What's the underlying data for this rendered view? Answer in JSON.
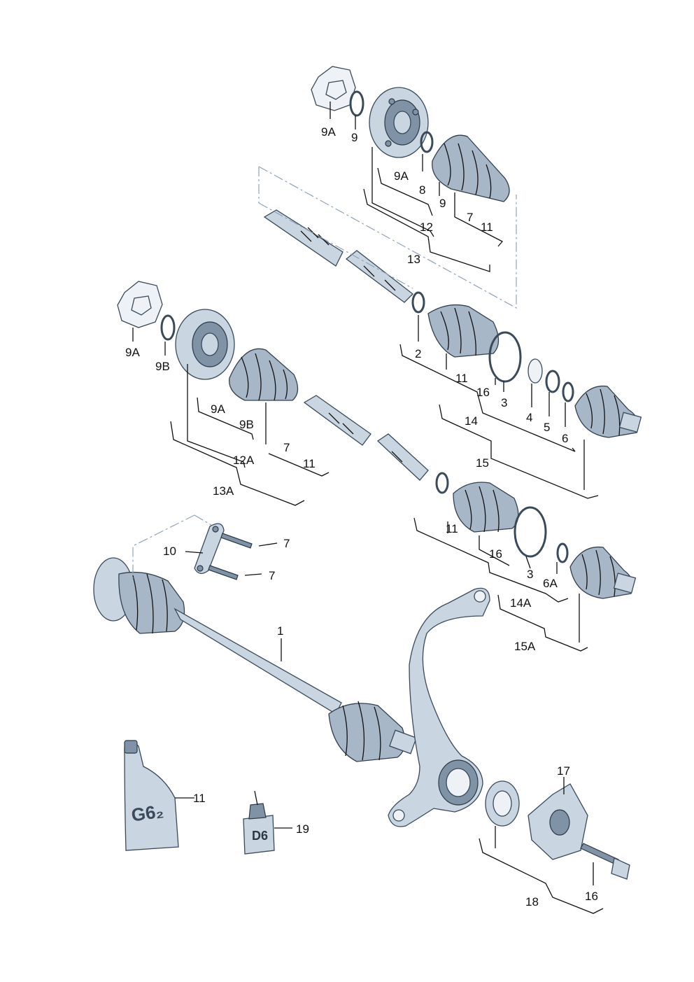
{
  "labels": {
    "l_9A_top": "9A",
    "l_9_top": "9",
    "l_9A_mid": "9A",
    "l_8": "8",
    "l_9_r": "9",
    "l_7_r": "7",
    "l_11_r": "11",
    "l_12": "12",
    "l_13": "13",
    "l_9A_left": "9A",
    "l_9B_left": "9B",
    "l_2": "2",
    "l_11_a": "11",
    "l_16_a": "16",
    "l_3_a": "3",
    "l_4": "4",
    "l_5": "5",
    "l_6": "6",
    "l_14": "14",
    "l_15": "15",
    "l_9A_c": "9A",
    "l_9B_c": "9B",
    "l_7_c": "7",
    "l_12A": "12A",
    "l_11_c": "11",
    "l_13A": "13A",
    "l_11_b": "11",
    "l_16_b": "16",
    "l_3_b": "3",
    "l_6A": "6A",
    "l_14A": "14A",
    "l_15A": "15A",
    "l_10": "10",
    "l_7_bolt1": "7",
    "l_7_bolt2": "7",
    "l_1": "1",
    "l_11_tube": "11",
    "l_19": "19",
    "l_17": "17",
    "l_18": "18",
    "l_16_bolt": "16"
  },
  "product_marks": {
    "grease_tube": "G6₂",
    "bottle": "D6"
  }
}
